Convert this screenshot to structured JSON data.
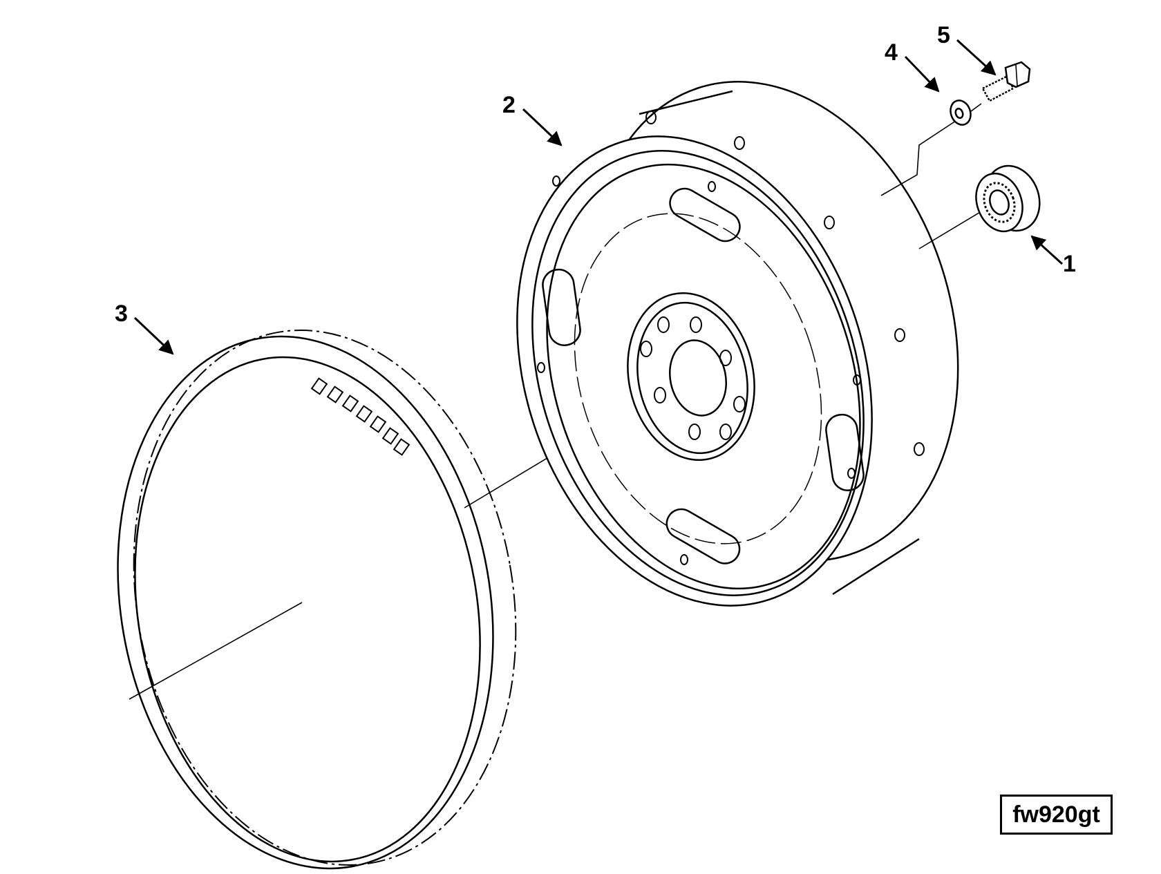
{
  "diagram": {
    "callouts": [
      {
        "id": "1",
        "label": "1"
      },
      {
        "id": "2",
        "label": "2"
      },
      {
        "id": "3",
        "label": "3"
      },
      {
        "id": "4",
        "label": "4"
      },
      {
        "id": "5",
        "label": "5"
      }
    ],
    "figure_code": "fw920gt",
    "line_color": "#000000",
    "background_color": "#ffffff"
  }
}
